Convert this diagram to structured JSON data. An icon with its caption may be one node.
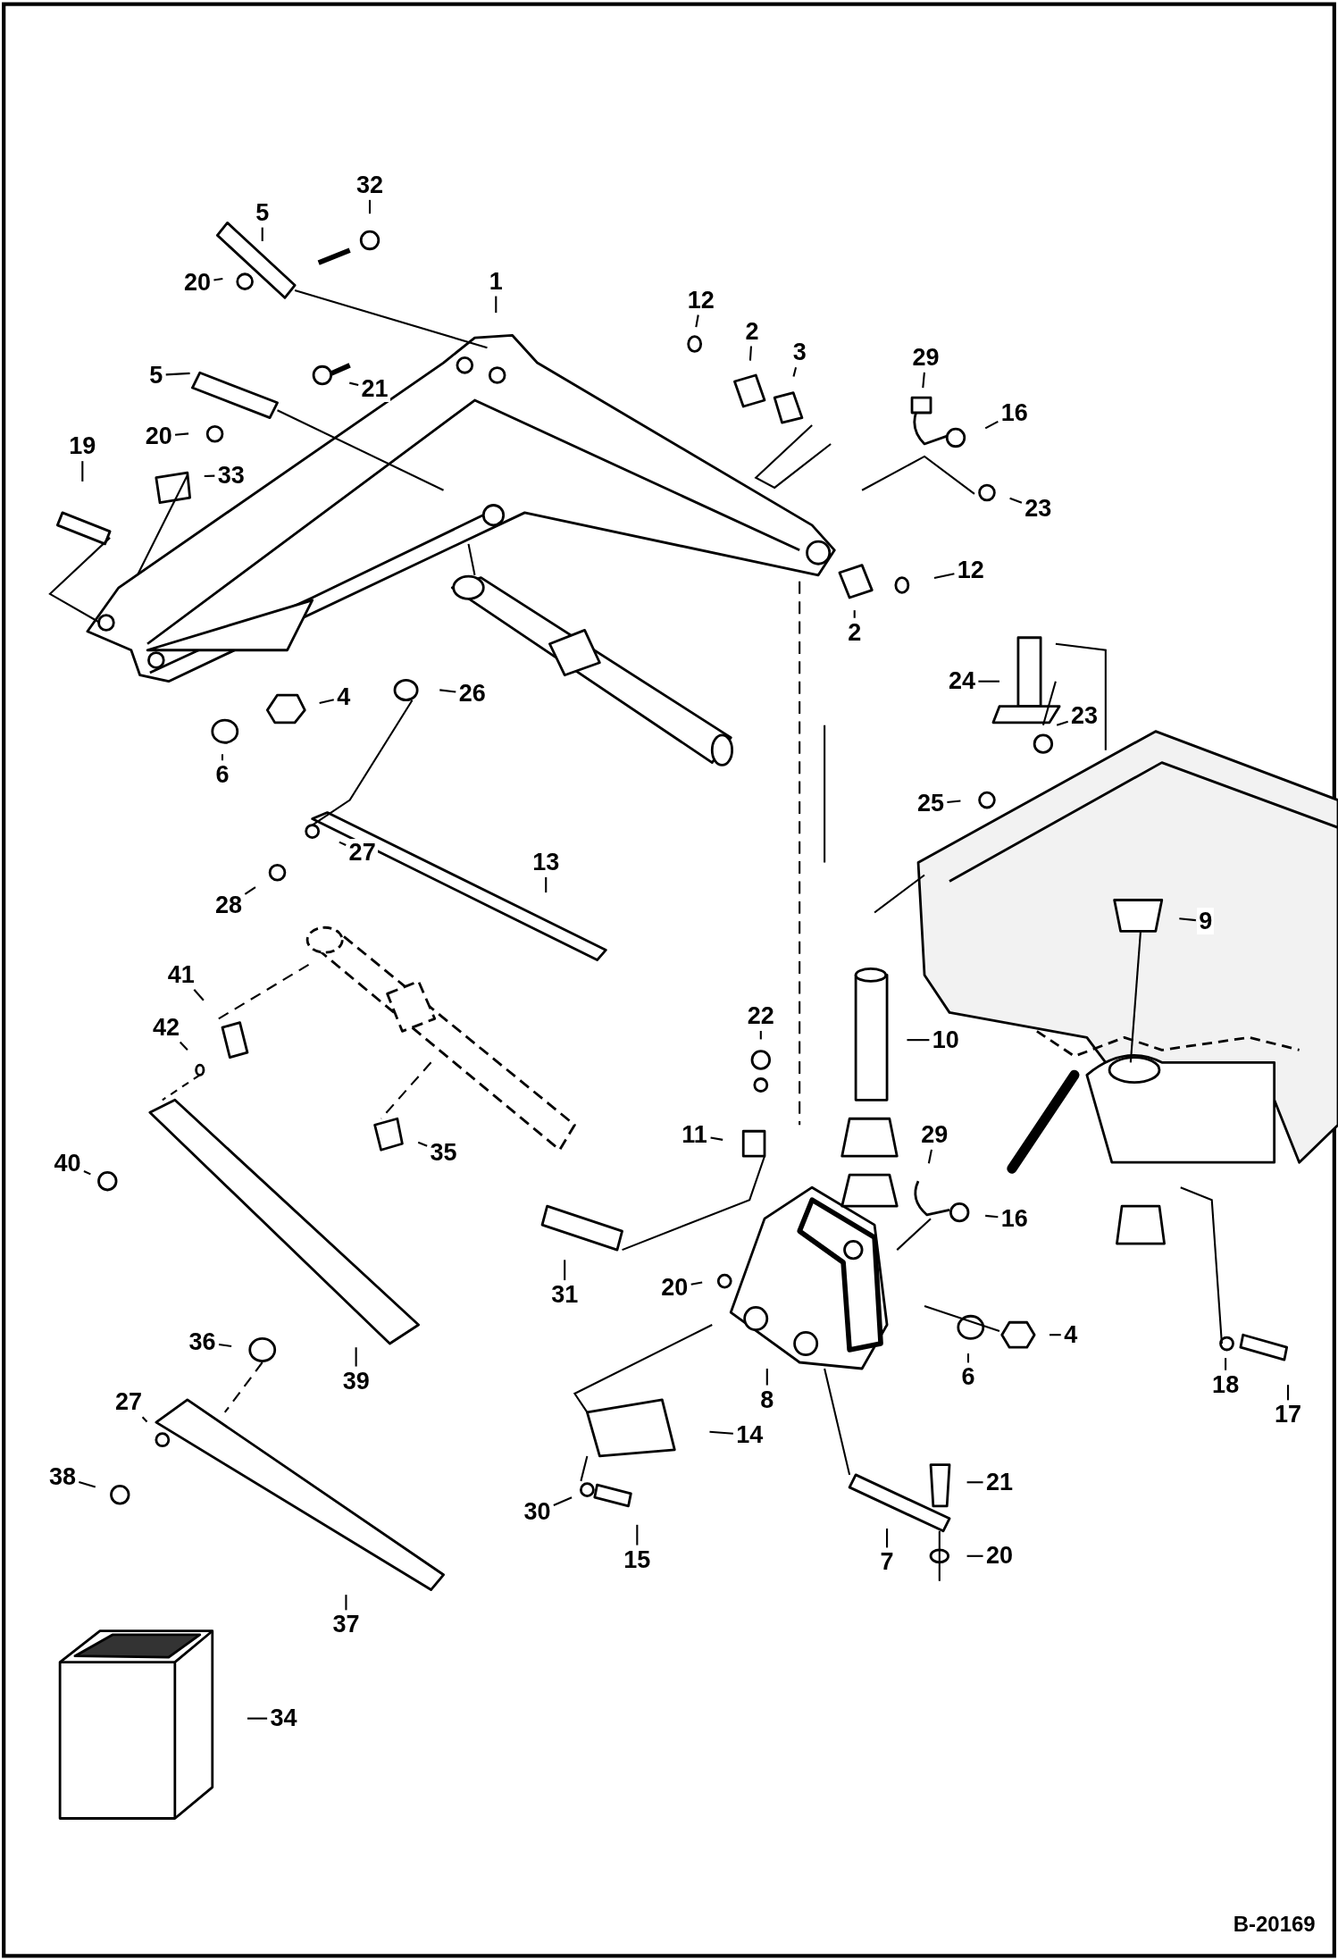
{
  "diagram": {
    "nodes": [
      {
        "text": [
          "5"
        ]
      },
      {
        "text": [
          "32"
        ]
      },
      {
        "text": [
          "20"
        ]
      },
      {
        "text": [
          "1"
        ]
      },
      {
        "text": [
          "12"
        ]
      },
      {
        "text": [
          "2"
        ]
      },
      {
        "text": [
          "3"
        ]
      },
      {
        "text": [
          "29"
        ]
      },
      {
        "text": [
          "16"
        ]
      },
      {
        "text": [
          "5"
        ]
      },
      {
        "text": [
          "21"
        ]
      },
      {
        "text": [
          "20"
        ]
      },
      {
        "text": [
          "19"
        ]
      },
      {
        "text": [
          "33"
        ]
      },
      {
        "text": [
          "23"
        ]
      },
      {
        "text": [
          "2"
        ]
      },
      {
        "text": [
          "12"
        ]
      },
      {
        "text": [
          "4"
        ]
      },
      {
        "text": [
          "26"
        ]
      },
      {
        "text": [
          "6"
        ]
      },
      {
        "text": [
          "24"
        ]
      },
      {
        "text": [
          "23"
        ]
      },
      {
        "text": [
          "27"
        ]
      },
      {
        "text": [
          "28"
        ]
      },
      {
        "text": [
          "13"
        ]
      },
      {
        "text": [
          "25"
        ]
      },
      {
        "text": [
          "9"
        ]
      },
      {
        "text": [
          "41"
        ]
      },
      {
        "text": [
          "22"
        ]
      },
      {
        "text": [
          "10"
        ]
      },
      {
        "text": [
          "42"
        ]
      },
      {
        "text": [
          "11"
        ]
      },
      {
        "text": [
          "29"
        ]
      },
      {
        "text": [
          "40"
        ]
      },
      {
        "text": [
          "35"
        ]
      },
      {
        "text": [
          "16"
        ]
      },
      {
        "text": [
          "31"
        ]
      },
      {
        "text": [
          "20"
        ]
      },
      {
        "text": [
          "4"
        ]
      },
      {
        "text": [
          "6"
        ]
      },
      {
        "text": [
          "8"
        ]
      },
      {
        "text": [
          "18"
        ]
      },
      {
        "text": [
          "17"
        ]
      },
      {
        "text": [
          "36"
        ]
      },
      {
        "text": [
          "39"
        ]
      },
      {
        "text": [
          "27"
        ]
      },
      {
        "text": [
          "14"
        ]
      },
      {
        "text": [
          "38"
        ]
      },
      {
        "text": [
          "21"
        ]
      },
      {
        "text": [
          "30"
        ]
      },
      {
        "text": [
          "15"
        ]
      },
      {
        "text": [
          "7"
        ]
      },
      {
        "text": [
          "20"
        ]
      },
      {
        "text": [
          "37"
        ]
      },
      {
        "text": [
          "34"
        ]
      }
    ],
    "edges": [
      {
        "from": 0,
        "to": null,
        "arrow": "none"
      },
      {
        "from": 1,
        "to": null,
        "arrow": "none"
      },
      {
        "from": 2,
        "to": null,
        "arrow": "none"
      },
      {
        "from": 3,
        "to": null,
        "arrow": "none"
      },
      {
        "from": 4,
        "to": null,
        "arrow": "none"
      },
      {
        "from": 5,
        "to": null,
        "arrow": "none"
      },
      {
        "from": 6,
        "to": null,
        "arrow": "none"
      },
      {
        "from": 7,
        "to": null,
        "arrow": "none"
      },
      {
        "from": 8,
        "to": null,
        "arrow": "none"
      },
      {
        "from": 9,
        "to": null,
        "arrow": "none"
      },
      {
        "from": 10,
        "to": null,
        "arrow": "none"
      },
      {
        "from": 11,
        "to": null,
        "arrow": "none"
      },
      {
        "from": 12,
        "to": null,
        "arrow": "none"
      },
      {
        "from": 13,
        "to": null,
        "arrow": "none"
      },
      {
        "from": 14,
        "to": null,
        "arrow": "none"
      },
      {
        "from": 15,
        "to": null,
        "arrow": "none"
      },
      {
        "from": 16,
        "to": null,
        "arrow": "none"
      },
      {
        "from": 17,
        "to": null,
        "arrow": "none"
      },
      {
        "from": 18,
        "to": null,
        "arrow": "none"
      },
      {
        "from": 19,
        "to": null,
        "arrow": "none"
      },
      {
        "from": 20,
        "to": null,
        "arrow": "none"
      },
      {
        "from": 21,
        "to": null,
        "arrow": "none"
      },
      {
        "from": 22,
        "to": null,
        "arrow": "none"
      },
      {
        "from": 23,
        "to": null,
        "arrow": "none"
      },
      {
        "from": 24,
        "to": null,
        "arrow": "none"
      },
      {
        "from": 25,
        "to": null,
        "arrow": "none"
      },
      {
        "from": 26,
        "to": null,
        "arrow": "none"
      },
      {
        "from": 27,
        "to": null,
        "arrow": "none"
      },
      {
        "from": 28,
        "to": null,
        "arrow": "none"
      },
      {
        "from": 29,
        "to": null,
        "arrow": "none"
      },
      {
        "from": 30,
        "to": null,
        "arrow": "none"
      },
      {
        "from": 31,
        "to": null,
        "arrow": "none"
      },
      {
        "from": 32,
        "to": null,
        "arrow": "none"
      },
      {
        "from": 33,
        "to": null,
        "arrow": "none"
      },
      {
        "from": 34,
        "to": null,
        "arrow": "none"
      },
      {
        "from": 35,
        "to": null,
        "arrow": "none"
      },
      {
        "from": 36,
        "to": null,
        "arrow": "none"
      },
      {
        "from": 37,
        "to": null,
        "arrow": "none"
      },
      {
        "from": 38,
        "to": null,
        "arrow": "none"
      },
      {
        "from": 39,
        "to": null,
        "arrow": "none"
      },
      {
        "from": 40,
        "to": null,
        "arrow": "none"
      },
      {
        "from": 41,
        "to": null,
        "arrow": "none"
      },
      {
        "from": 42,
        "to": null,
        "arrow": "none"
      },
      {
        "from": 43,
        "to": null,
        "arrow": "none"
      },
      {
        "from": 44,
        "to": null,
        "arrow": "none"
      },
      {
        "from": 45,
        "to": null,
        "arrow": "none"
      },
      {
        "from": 46,
        "to": null,
        "arrow": "none"
      },
      {
        "from": 47,
        "to": null,
        "arrow": "none"
      },
      {
        "from": 48,
        "to": null,
        "arrow": "none"
      },
      {
        "from": 49,
        "to": null,
        "arrow": "none"
      },
      {
        "from": 50,
        "to": null,
        "arrow": "none"
      },
      {
        "from": 51,
        "to": null,
        "arrow": "none"
      },
      {
        "from": 52,
        "to": null,
        "arrow": "none"
      },
      {
        "from": 53,
        "to": null,
        "arrow": "none"
      },
      {
        "from": 54,
        "to": null,
        "arrow": "none"
      }
    ],
    "labels": [
      "B-20169"
    ]
  }
}
